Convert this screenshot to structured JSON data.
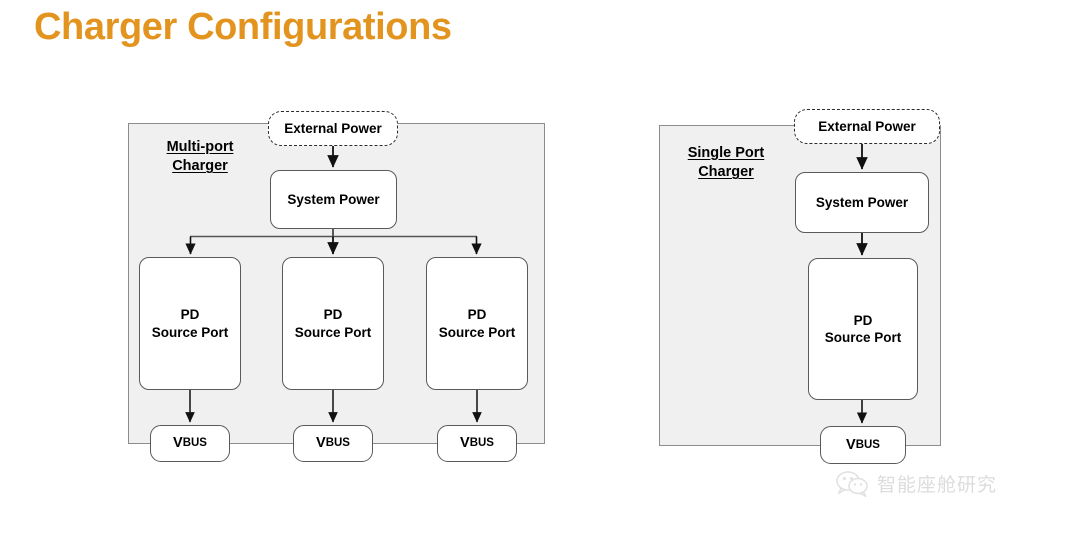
{
  "page": {
    "title": "Charger Configurations",
    "title_color": "#e3941f",
    "background": "#ffffff"
  },
  "diagram": {
    "panel_fill": "#f0f0f0",
    "panel_border": "#8c8c8c",
    "node_border": "#5a5a5a",
    "panels": [
      {
        "id": "multi-port",
        "label": "Multi-port\nCharger",
        "label_line1": "Multi-port",
        "label_line2": "Charger",
        "external_power": "External Power",
        "system_power": "System Power",
        "ports": [
          {
            "line1": "PD",
            "line2": "Source Port",
            "vbus_v": "V",
            "vbus_rest": "BUS"
          },
          {
            "line1": "PD",
            "line2": "Source Port",
            "vbus_v": "V",
            "vbus_rest": "BUS"
          },
          {
            "line1": "PD",
            "line2": "Source Port",
            "vbus_v": "V",
            "vbus_rest": "BUS"
          }
        ]
      },
      {
        "id": "single-port",
        "label": "Single Port\nCharger",
        "label_line1": "Single Port",
        "label_line2": "Charger",
        "external_power": "External Power",
        "system_power": "System Power",
        "ports": [
          {
            "line1": "PD",
            "line2": "Source Port",
            "vbus_v": "V",
            "vbus_rest": "BUS"
          }
        ]
      }
    ]
  },
  "watermark": {
    "text": "智能座舱研究",
    "icon": "wechat-icon",
    "color": "#8d8d8d"
  }
}
